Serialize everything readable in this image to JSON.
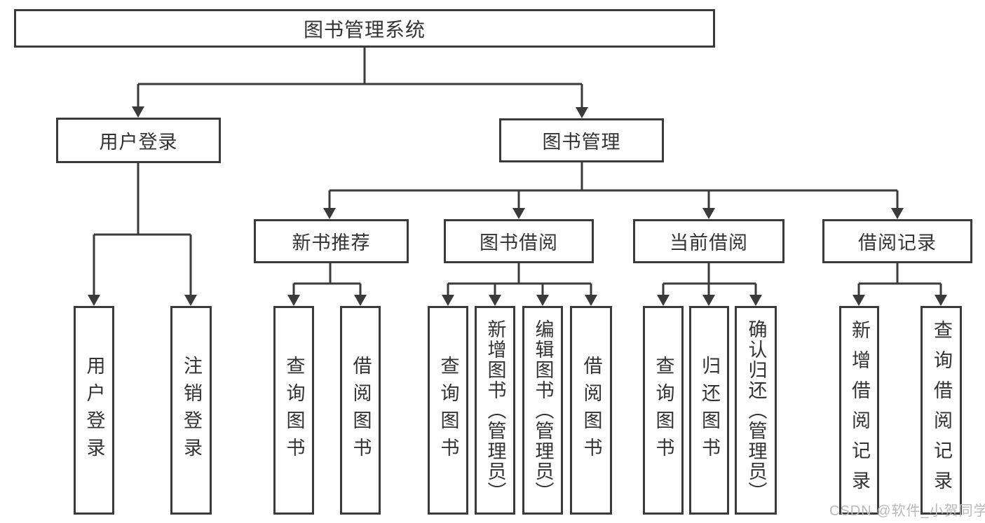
{
  "colors": {
    "line": "#3a3a3a",
    "box_border": "#3a3a3a",
    "text": "#333333",
    "watermark": "#b9b9b9",
    "background": "#ffffff"
  },
  "watermark": {
    "text": "CSDN @软件_小贺同学"
  },
  "diagram": {
    "root": {
      "label": "图书管理系统"
    },
    "branches": [
      {
        "label": "用户登录",
        "children": [
          {
            "label": "用户登录"
          },
          {
            "label": "注销登录"
          }
        ]
      },
      {
        "label": "图书管理",
        "children": [
          {
            "label": "新书推荐",
            "children": [
              {
                "label": "查询图书"
              },
              {
                "label": "借阅图书"
              }
            ]
          },
          {
            "label": "图书借阅",
            "children": [
              {
                "label": "查询图书"
              },
              {
                "label": "新增图书（管理员）"
              },
              {
                "label": "编辑图书（管理员）"
              },
              {
                "label": "借阅图书"
              }
            ]
          },
          {
            "label": "当前借阅",
            "children": [
              {
                "label": "查询图书"
              },
              {
                "label": "归还图书"
              },
              {
                "label": "确认归还（管理员）"
              }
            ]
          },
          {
            "label": "借阅记录",
            "children": [
              {
                "label": "新增借阅记录"
              },
              {
                "label": "查询借阅记录"
              }
            ]
          }
        ]
      }
    ]
  }
}
